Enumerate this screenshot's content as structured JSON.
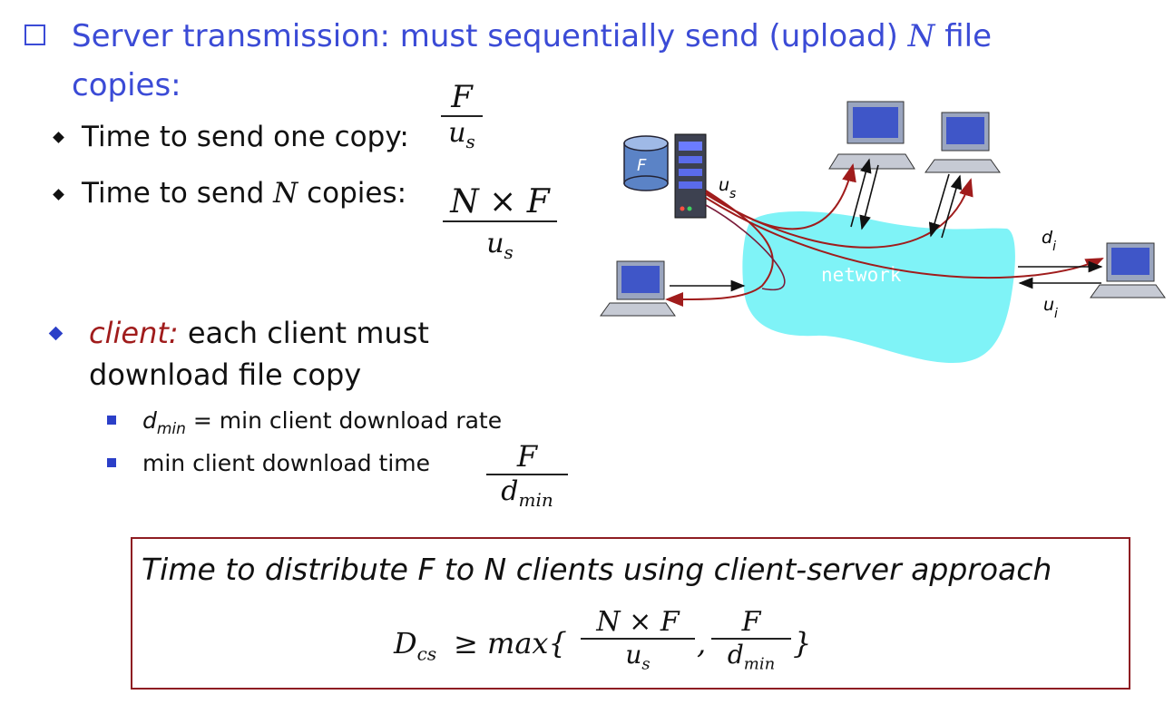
{
  "slide": {
    "bullet1_line1": "Server transmission: must sequentially send (upload)",
    "bullet1_N": "N",
    "bullet1_tail": "file",
    "bullet1_line2": "copies:",
    "sub1": "Time to send one copy:",
    "sub2_pre": "Time to send",
    "sub2_N": "N",
    "sub2_post": "copies:",
    "frac1": {
      "num": "F",
      "den": "u_s"
    },
    "frac2": {
      "num": "N × F",
      "den": "u_s"
    },
    "client_label": "client:",
    "client_text_1": "each client must",
    "client_text_2": "download file copy",
    "sub3_var": "d",
    "sub3_sub": "min",
    "sub3_text": "= min client download rate",
    "sub4_text": "min client download time",
    "frac3": {
      "num": "F",
      "den": "d_min"
    }
  },
  "diagram": {
    "file_label": "F",
    "server_rate": "u",
    "server_rate_sub": "s",
    "network_label": "network",
    "download_label": "d",
    "download_sub": "i",
    "upload_label": "u",
    "upload_sub": "i"
  },
  "formula_box": {
    "title": "Time to distribute F to N clients using client-server approach",
    "lhs": "D",
    "lhs_sub": "cs",
    "op": "≥ max{",
    "f1": {
      "num": "N × F",
      "den": "u",
      "den_sub": "s"
    },
    "f2": {
      "num": "F",
      "den": "d",
      "den_sub": "min"
    },
    "close": "}"
  },
  "colors": {
    "heading": "#3b4bd6",
    "accent_red": "#a01c1c",
    "network": "#7ff3f7",
    "box_border": "#8e1d22"
  }
}
